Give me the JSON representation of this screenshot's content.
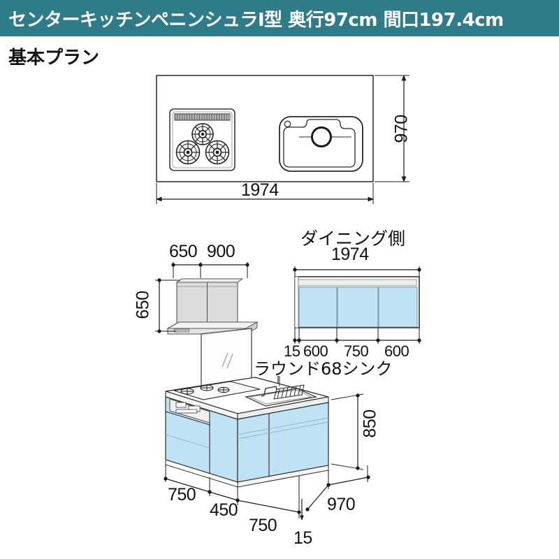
{
  "header": {
    "title": "センターキッチンペニンシュラI型 奥行97cm 間口197.4cm",
    "bar_color": "#2e7b8a"
  },
  "subtitle": "基本プラン",
  "colors": {
    "panel_blue": "#bfe3f5",
    "counter_grey": "#e8e8e8",
    "cabinet_grey": "#d9d9d9",
    "line": "#1a1a1a"
  },
  "plan_view": {
    "name": "天板プラン図",
    "width_label": "1974",
    "depth_label": "970",
    "cooktop": {
      "name": "3口コンロ",
      "burners": 3
    },
    "sink": {
      "name": "シンク"
    }
  },
  "wall_cabinet": {
    "height_label": "650",
    "segment_labels": [
      "650",
      "900"
    ]
  },
  "dining_side": {
    "title": "ダイニング側",
    "width_label": "1974",
    "segment_labels": [
      "15",
      "600",
      "750",
      "600"
    ],
    "panel_count": 3
  },
  "sink_callout": "ラウンド68シンク",
  "perspective": {
    "name": "キッチン本体パース",
    "counter_height_label": "850",
    "front_segment_labels": [
      "750",
      "450",
      "750"
    ],
    "side_depth_label": "970",
    "edge_label": "15"
  }
}
